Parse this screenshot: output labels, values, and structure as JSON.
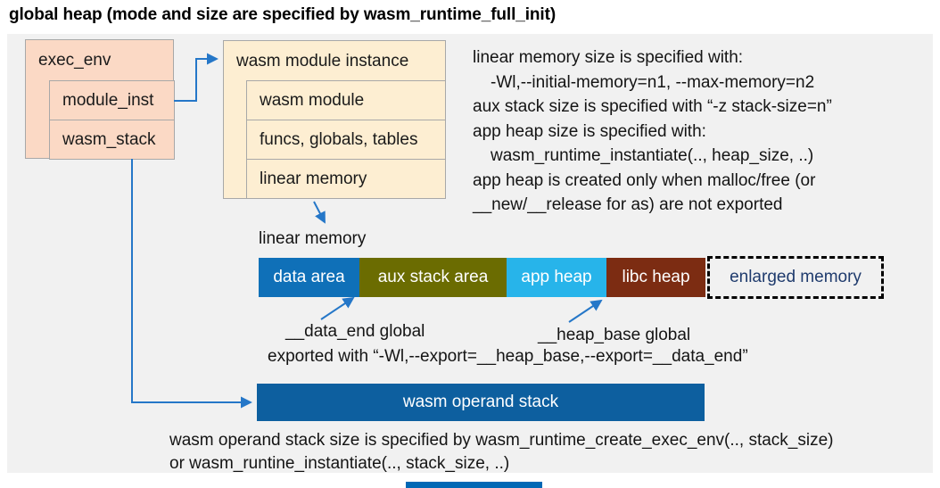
{
  "title": "global heap (mode and size are specified by wasm_runtime_full_init)",
  "exec_env": {
    "header": "exec_env",
    "rows": [
      "module_inst",
      "wasm_stack"
    ]
  },
  "module_instance": {
    "header": "wasm module instance",
    "rows": [
      "wasm module",
      "funcs, globals, tables",
      "linear memory"
    ]
  },
  "notes": {
    "lines": [
      "linear memory size is specified with:",
      "-Wl,--initial-memory=n1, --max-memory=n2",
      "aux stack size is specified with “-z stack-size=n”",
      "app heap size is specified with:",
      "wasm_runtime_instantiate(.., heap_size, ..)",
      "app heap is created only when malloc/free (or",
      "__new/__release for as) are not exported"
    ]
  },
  "linear_memory": {
    "label": "linear memory",
    "segments": [
      {
        "label": "data area",
        "color": "#0f70b8"
      },
      {
        "label": "aux stack area",
        "color": "#6b6c01"
      },
      {
        "label": "app heap",
        "color": "#27b4ea"
      },
      {
        "label": "libc heap",
        "color": "#7c2c12"
      },
      {
        "label": "enlarged memory",
        "color": "dashed-outline"
      }
    ]
  },
  "annotations": {
    "data_end": "__data_end global",
    "heap_base": "__heap_base global",
    "exported": "exported with “-Wl,--export=__heap_base,--export=__data_end”"
  },
  "operand_stack": {
    "label": "wasm operand stack",
    "note_line1": "wasm operand stack size is specified by wasm_runtime_create_exec_env(.., stack_size)",
    "note_line2": "or wasm_runtine_instantiate(.., stack_size, ..)"
  },
  "colors": {
    "panel_bg": "#f1f1f1",
    "struct_pink": "#fbd9c5",
    "struct_cream": "#fdeed2",
    "data_area_blue": "#0f70b8",
    "aux_stack_olive": "#6b6c01",
    "app_heap_cyan": "#27b4ea",
    "libc_heap_brown": "#7c2c12",
    "operand_stack_blue": "#0d5f9f",
    "arrow_blue": "#2577c8",
    "enlarged_text_navy": "#1f3b6d",
    "footer_accent_blue": "#0068b5"
  }
}
